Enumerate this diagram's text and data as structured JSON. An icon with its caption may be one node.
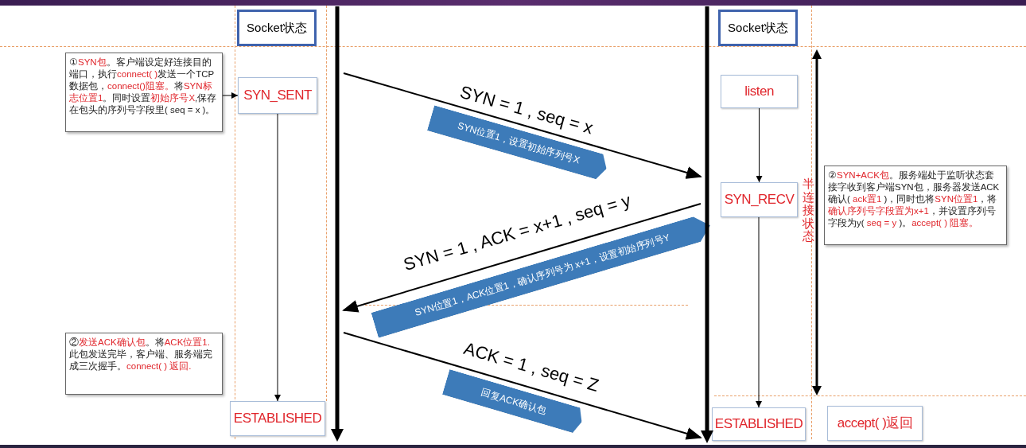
{
  "diagram": {
    "nodes": [
      {
        "text": [
          "Socket状态"
        ]
      },
      {
        "text": [
          "Socket状态"
        ]
      },
      {
        "text": [
          "①**SYN包**。客户端设定好连接目的端口，执行**connect( )**发送一个TCP数据包，**connect()阻塞。**将**SYN标志位置1**。同时设置**初始序号X**,保存在包头的序列号字段里( seq = x )。"
        ]
      },
      {
        "text": [
          "SYN_SENT"
        ]
      },
      {
        "text": [
          "listen"
        ]
      },
      {
        "text": [
          "SYN_RECV"
        ]
      },
      {
        "text": [
          "②**SYN+ACK包**。服务端处于监听状态套接字收到客户端SYN包，服务器发送ACK确认( **ack置1** )，同时也将**SYN位置1**，将**确认序列号字段置为x+1**，并设置序列号字段为y( **seq = y** )。**accept( ) 阻塞。**"
        ]
      },
      {
        "text": [
          "②**发送ACK确认包**。将**ACK位置1.**此包发送完毕，客户端、服务端完成三次握手。**connect( ) 返回.**"
        ]
      },
      {
        "text": [
          "ESTABLISHED"
        ]
      },
      {
        "text": [
          "ESTABLISHED"
        ]
      },
      {
        "text": [
          "accept( )返回"
        ]
      },
      {
        "text": [],
        "shape": "bar"
      },
      {
        "text": [],
        "shape": "bar"
      }
    ],
    "edges": [
      {
        "from": 2,
        "to": 3,
        "arrow": "to"
      },
      {
        "from": 3,
        "to": 8,
        "arrow": "to"
      },
      {
        "from": 4,
        "to": 5,
        "arrow": "to"
      },
      {
        "from": 5,
        "to": 9,
        "arrow": "to"
      },
      {
        "from": 11,
        "to": 12,
        "arrow": "to",
        "label": "SYN = 1 , seq = x"
      },
      {
        "from": 12,
        "to": 11,
        "arrow": "to",
        "label": "SYN = 1 , ACK = x+1 , seq = y"
      },
      {
        "from": 11,
        "to": 12,
        "arrow": "to",
        "label": "ACK = 1 , seq = Z"
      }
    ],
    "labels": [
      "SYN位置1，设置初始序列号X",
      "半连接状态",
      "SYN位置1，ACK位置1，确认序列号为 x+1，设置初始序列号Y",
      "回复ACK确认包"
    ]
  }
}
